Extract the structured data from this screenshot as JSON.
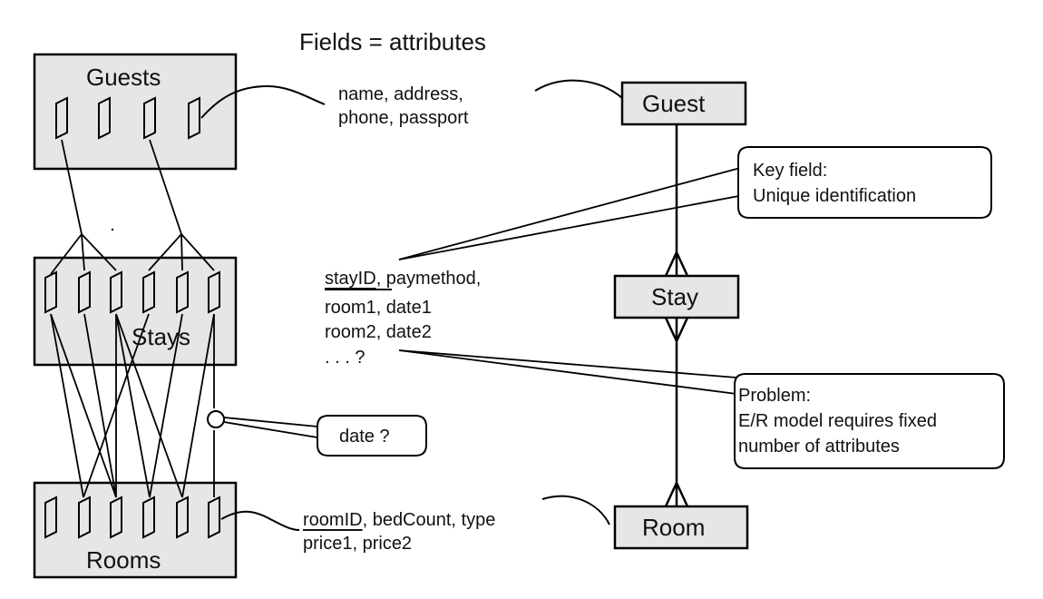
{
  "title": "Fields = attributes",
  "tables": {
    "guests": "Guests",
    "stays": "Stays",
    "rooms": "Rooms"
  },
  "attributes": {
    "guest_line1": "name, address,",
    "guest_line2": "phone, passport",
    "stay_key": "stayID",
    "stay_line1_rest": ", paymethod,",
    "stay_line2": "room1, date1",
    "stay_line3": "room2, date2",
    "stay_line4": ". . . ?",
    "room_key": "roomID",
    "room_line1_rest": ", bedCount, type",
    "room_line2": "price1, price2"
  },
  "entities": {
    "guest": "Guest",
    "stay": "Stay",
    "room": "Room"
  },
  "callouts": {
    "key_line1": "Key field:",
    "key_line2": "Unique identification",
    "problem_line1": "Problem:",
    "problem_line2": "E/R model requires fixed",
    "problem_line3": "number of attributes",
    "date": "date ?"
  },
  "colors": {
    "box_fill": "#e6e6e6",
    "stroke": "#000000"
  }
}
